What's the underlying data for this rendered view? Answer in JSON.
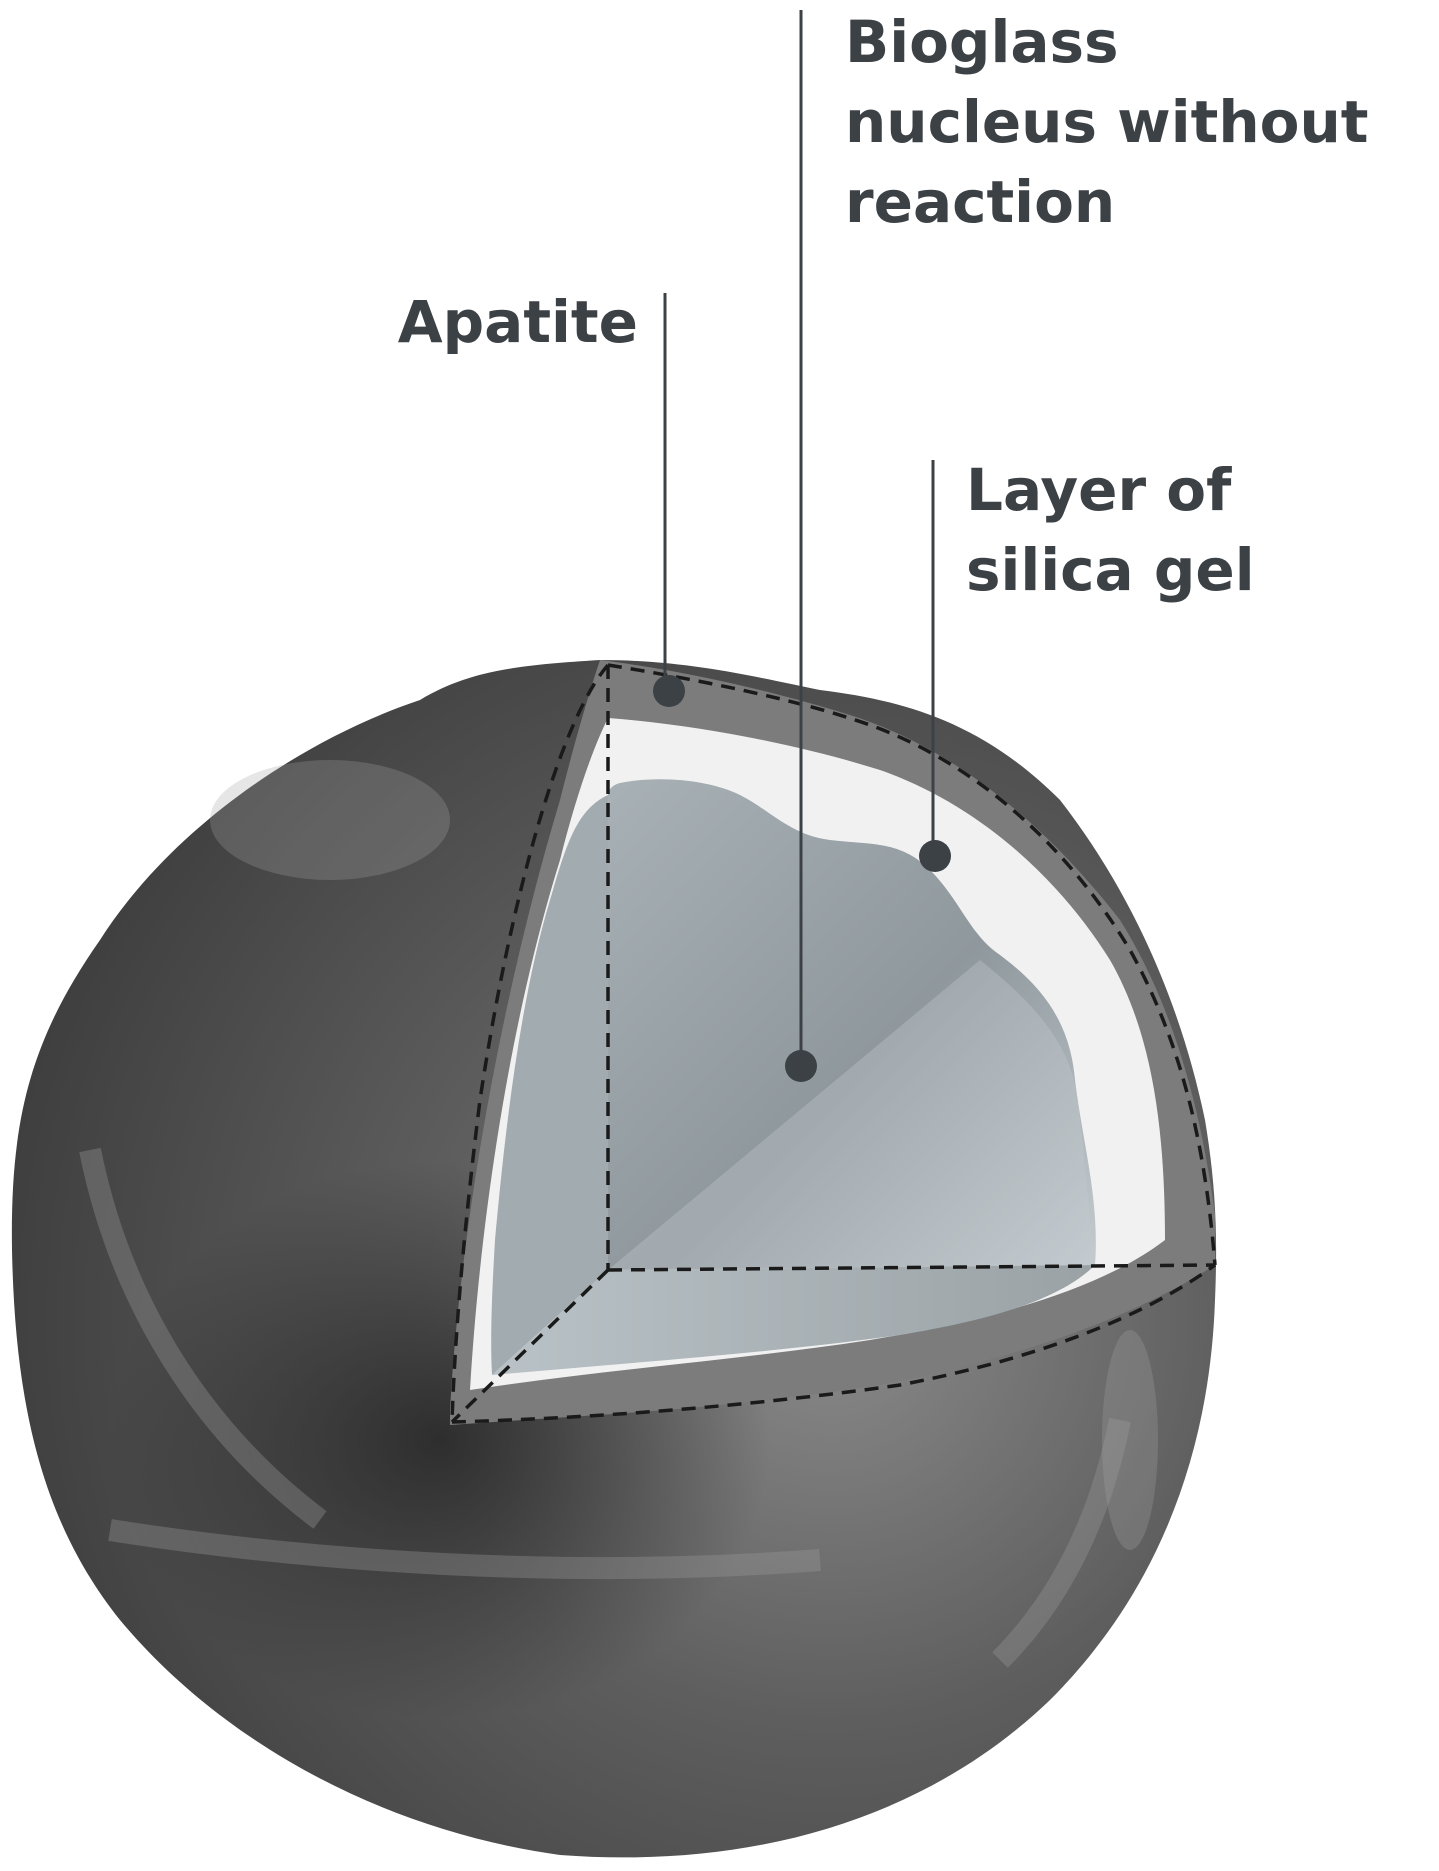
{
  "colors": {
    "label_text": "#3c4146",
    "leader_line": "#3c4146",
    "sphere_outer": "#6e6e6e",
    "sphere_shadow": "#2f2f2f",
    "apatite_layer": "#7c7c7c",
    "silica_gel_layer": "#f1f1f1",
    "bioglass_nucleus": "#9aa3a8"
  },
  "labels": {
    "bioglass_nucleus": [
      "Bioglass",
      "nucleus without",
      "reaction"
    ],
    "apatite": [
      "Apatite"
    ],
    "silica_gel": [
      "Layer of",
      "silica gel"
    ]
  }
}
